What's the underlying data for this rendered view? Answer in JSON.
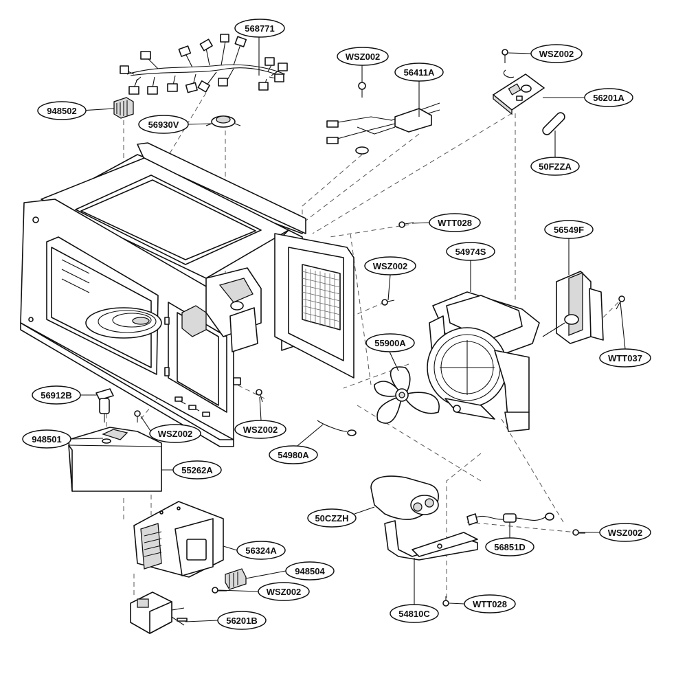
{
  "diagram": {
    "callouts": [
      {
        "id": "c01",
        "label": "568771"
      },
      {
        "id": "c02",
        "label": "948502"
      },
      {
        "id": "c03",
        "label": "56930V"
      },
      {
        "id": "c04",
        "label": "WSZ002"
      },
      {
        "id": "c05",
        "label": "56411A"
      },
      {
        "id": "c06",
        "label": "WSZ002"
      },
      {
        "id": "c07",
        "label": "56201A"
      },
      {
        "id": "c08",
        "label": "50FZZA"
      },
      {
        "id": "c09",
        "label": "WTT028"
      },
      {
        "id": "c10",
        "label": "WSZ002"
      },
      {
        "id": "c11",
        "label": "54974S"
      },
      {
        "id": "c12",
        "label": "56549F"
      },
      {
        "id": "c13",
        "label": "55900A"
      },
      {
        "id": "c14",
        "label": "WTT037"
      },
      {
        "id": "c15",
        "label": "56912B"
      },
      {
        "id": "c16",
        "label": "948501"
      },
      {
        "id": "c17",
        "label": "WSZ002"
      },
      {
        "id": "c18",
        "label": "WSZ002"
      },
      {
        "id": "c19",
        "label": "55262A"
      },
      {
        "id": "c20",
        "label": "54980A"
      },
      {
        "id": "c21",
        "label": "50CZZH"
      },
      {
        "id": "c22",
        "label": "56324A"
      },
      {
        "id": "c23",
        "label": "56851D"
      },
      {
        "id": "c24",
        "label": "WSZ002"
      },
      {
        "id": "c25",
        "label": "948504"
      },
      {
        "id": "c26",
        "label": "WSZ002"
      },
      {
        "id": "c27",
        "label": "54810C"
      },
      {
        "id": "c28",
        "label": "WTT028"
      },
      {
        "id": "c29",
        "label": "56201B"
      }
    ]
  }
}
